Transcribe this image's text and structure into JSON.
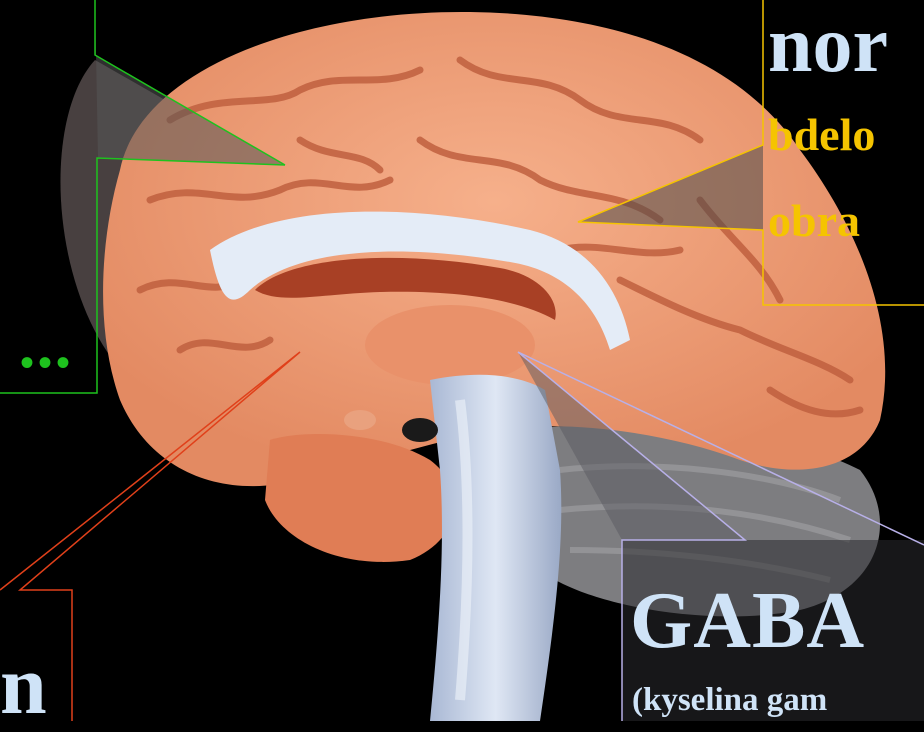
{
  "callouts": {
    "norepinephrine": {
      "title": "nor",
      "line1": "bdelo",
      "line2": "obra",
      "title_color": "#cfe3f7",
      "text_color": "#f5c400",
      "border_color": "#f5c400"
    },
    "gaba": {
      "title": "GABA",
      "subtitle": "(kyselina gam",
      "color": "#cfe3f7",
      "border_color": "#b8b0e8"
    },
    "red": {
      "title": "n",
      "color": "#cfe3f7",
      "border_color": "#e0401a"
    },
    "green": {
      "dots": "•••",
      "color": "#1ec21e",
      "border_color": "#1ec21e"
    }
  },
  "colors": {
    "background": "#000000",
    "cortex": "#f2a27a",
    "cortex_dark": "#c86a4a",
    "brainstem": "#c9d6ea",
    "cerebellum": "#7d7d80"
  }
}
